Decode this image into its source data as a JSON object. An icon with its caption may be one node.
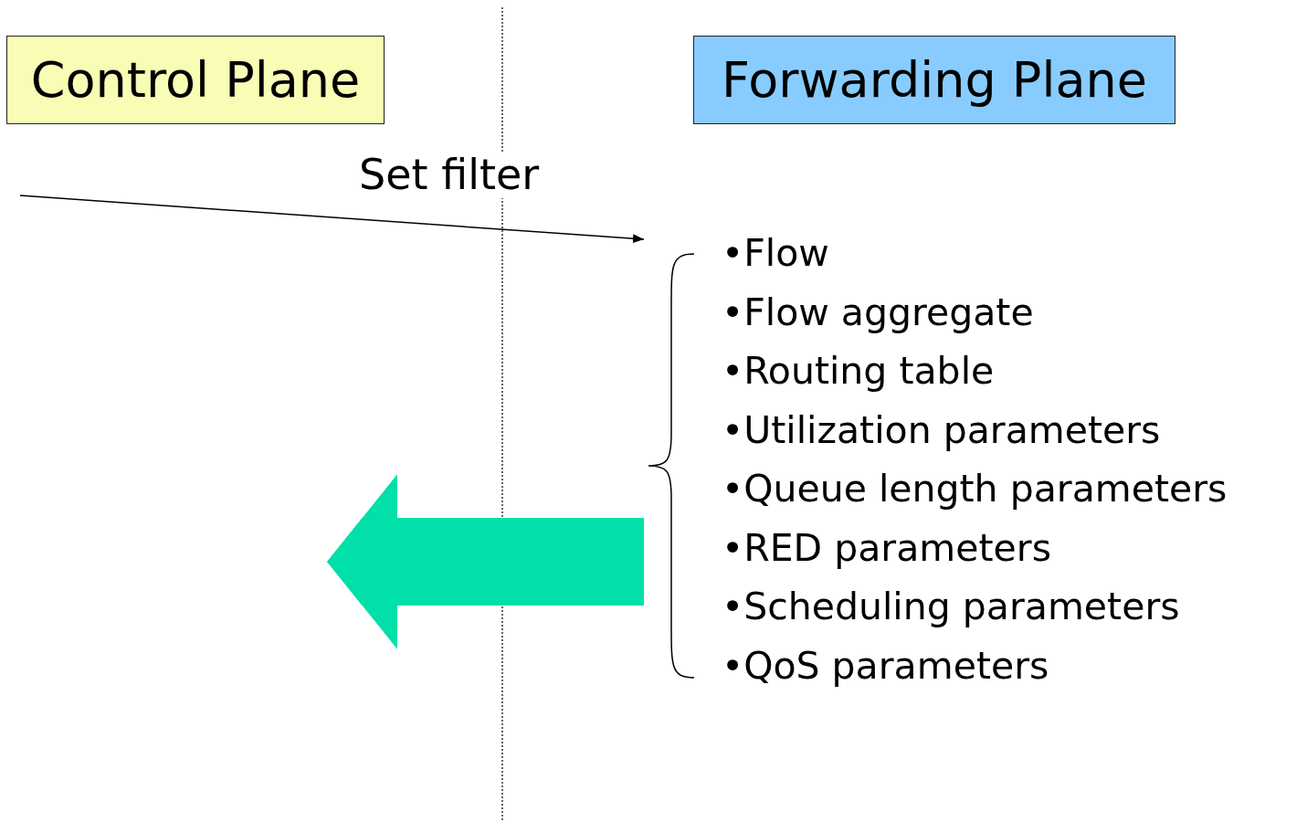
{
  "diagram": {
    "nodes": [
      {
        "text": [
          "Control Plane"
        ]
      },
      {
        "text": [
          "Forwarding Plane"
        ]
      },
      {
        "text": [
          "•Flow",
          "•Flow aggregate",
          "•Routing table",
          "•Utilization parameters",
          "•Queue length parameters",
          "•RED parameters",
          "•Scheduling parameters",
          "•QoS parameters"
        ]
      }
    ],
    "edges": [
      {
        "from": null,
        "to": 2,
        "arrow": "to",
        "label": "Set filter"
      },
      {
        "from": 2,
        "to": null,
        "arrow": "to",
        "style": "thick",
        "color": "#00e0a8"
      }
    ]
  }
}
